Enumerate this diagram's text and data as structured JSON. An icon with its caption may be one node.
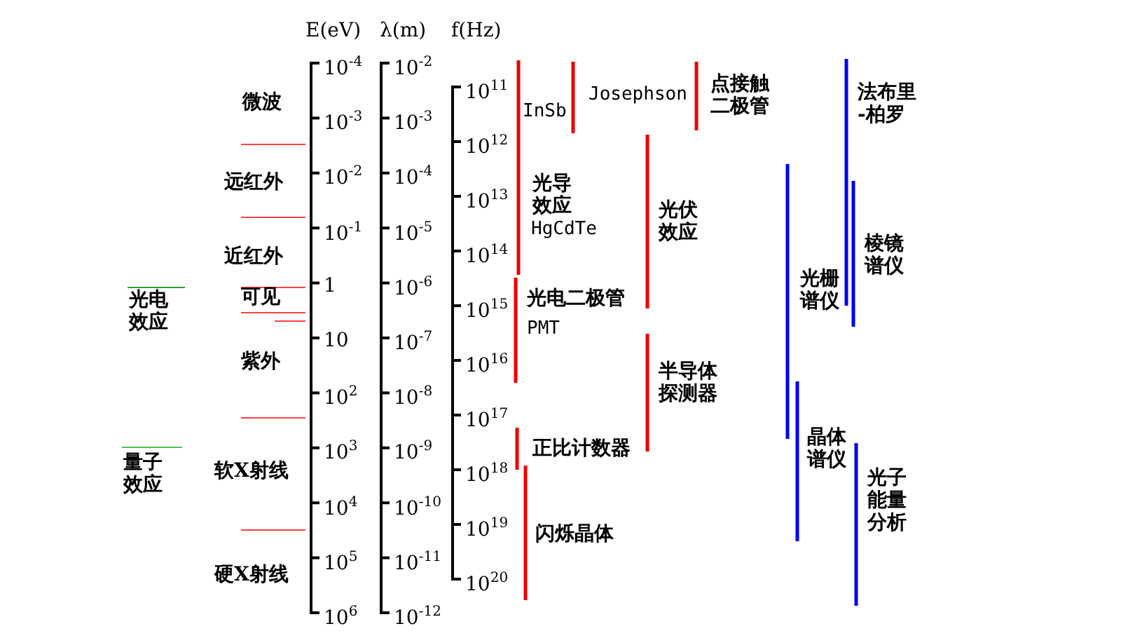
{
  "diagram": {
    "labels": [
      "E(eV)",
      "λ(m)",
      "f(Hz)",
      "10$^{-4}$",
      "10$^{-3}$",
      "10$^{-2}$",
      "10$^{-1}$",
      "1",
      "10",
      "10$^{2}$",
      "10$^{3}$",
      "10$^{4}$",
      "10$^{5}$",
      "10$^{6}$",
      "10$^{-2}$",
      "10$^{-3}$",
      "10$^{-4}$",
      "10$^{-5}$",
      "10$^{-6}$",
      "10$^{-7}$",
      "10$^{-8}$",
      "10$^{-9}$",
      "10$^{-10}$",
      "10$^{-11}$",
      "10$^{-12}$",
      "10$^{11}$",
      "10$^{12}$",
      "10$^{13}$",
      "10$^{14}$",
      "10$^{15}$",
      "10$^{16}$",
      "10$^{17}$",
      "10$^{18}$",
      "10$^{19}$",
      "10$^{20}$",
      "微波",
      "远红外",
      "近红外",
      "可见",
      "紫外",
      "软X射线",
      "硬X射线",
      "光电效应",
      "量子效应",
      "InSb",
      "Josephson",
      "点接触二极管",
      "光导效应",
      "HgCdTe",
      "光伏效应",
      "光电二极管",
      "PMT",
      "半导体探测器",
      "正比计数器",
      "闪烁晶体",
      "法布里-柏罗",
      "棱镜谱仪",
      "光栅谱仪",
      "晶体谱仪",
      "光子能量分析"
    ]
  }
}
